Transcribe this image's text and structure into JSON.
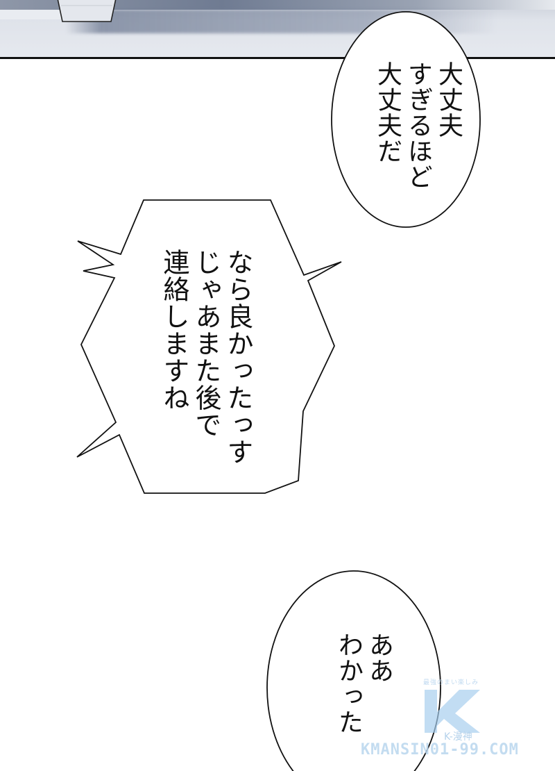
{
  "page": {
    "type": "manga-panel",
    "background": "#ffffff",
    "border_color": "#111111"
  },
  "top_panel": {
    "description": "gray-blue background scene with trapezoid object",
    "colors": [
      "#6f7b92",
      "#c9ced8",
      "#e6e9ef"
    ]
  },
  "bubbles": [
    {
      "shape": "oval",
      "text": "大丈夫\nすぎるほど\n大丈夫だ",
      "lines": [
        "大丈夫",
        "すぎるほど",
        "大丈夫だ"
      ]
    },
    {
      "shape": "spiky-hexagon",
      "text": "なら良かったっす\nじゃあまた後で\n連絡しますね",
      "lines": [
        "なら良かったっす",
        "じゃあまた後で",
        "連絡しますね"
      ]
    },
    {
      "shape": "oval",
      "text": "ああ\nわかった",
      "lines": [
        "ああ",
        "わかった"
      ]
    }
  ],
  "watermark": {
    "tagline": "最強のまい楽しみ",
    "logo_letter": "K",
    "subtitle": "K-漫神",
    "site": "KMANSIN01-99.COM",
    "color": "#9ec7ea"
  }
}
